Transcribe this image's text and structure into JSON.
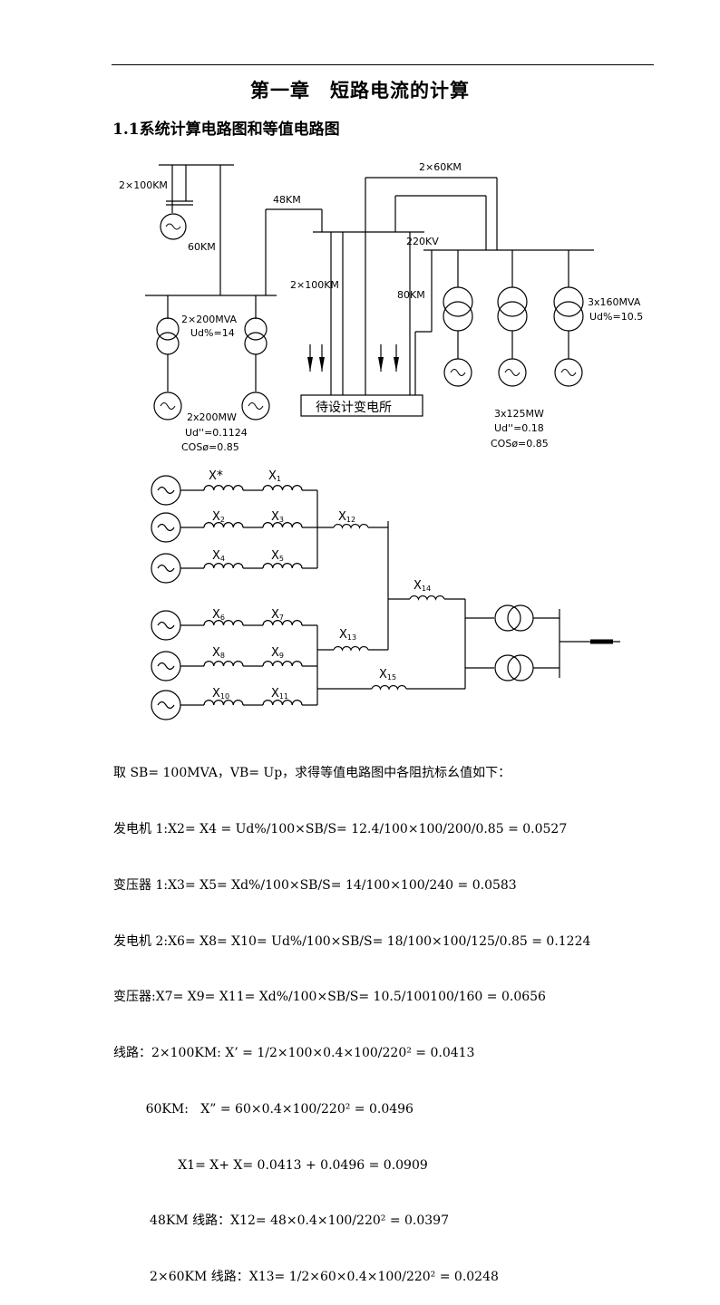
{
  "chapter_title": "第一章　短路电流的计算",
  "section_title": "1.1系统计算电路图和等值电路图",
  "system_diagram": {
    "labels": {
      "line_2x100_top": "2×100KM",
      "line_60": "60KM",
      "line_48": "48KM",
      "line_2x60": "2×60KM",
      "bus_220kv": "220KV",
      "line_2x100_mid": "2×100KM",
      "line_80": "80KM",
      "left_transformer": "2×200MVA",
      "left_transformer_ud": "Ud%=14",
      "right_transformer": "3x160MVA",
      "right_transformer_ud": "Ud%=10.5",
      "substation": "待设计变电所",
      "left_gen": "2x200MW",
      "left_gen_ud": "Ud''=0.1124",
      "left_gen_cos": "COSø=0.85",
      "right_gen": "3x125MW",
      "right_gen_ud": "Ud''=0.18",
      "right_gen_cos": "COSø=0.85"
    }
  },
  "equivalent_circuit": {
    "reactances": [
      {
        "name": "X",
        "sub": "*"
      },
      {
        "name": "X",
        "sub": "1"
      },
      {
        "name": "X",
        "sub": "2"
      },
      {
        "name": "X",
        "sub": "3"
      },
      {
        "name": "X",
        "sub": "4"
      },
      {
        "name": "X",
        "sub": "5"
      },
      {
        "name": "X",
        "sub": "6"
      },
      {
        "name": "X",
        "sub": "7"
      },
      {
        "name": "X",
        "sub": "8"
      },
      {
        "name": "X",
        "sub": "9"
      },
      {
        "name": "X",
        "sub": "10"
      },
      {
        "name": "X",
        "sub": "11"
      },
      {
        "name": "X",
        "sub": "12"
      },
      {
        "name": "X",
        "sub": "13"
      },
      {
        "name": "X",
        "sub": "14"
      },
      {
        "name": "X",
        "sub": "15"
      }
    ]
  },
  "calculations": [
    "取 SB= 100MVA，VB= Up，求得等值电路图中各阻抗标幺值如下：",
    "发电机 1:X2= X4 = Ud%/100×SB/S= 12.4/100×100/200/0.85 = 0.0527",
    "变压器 1:X3= X5= Xd%/100×SB/S= 14/100×100/240 = 0.0583",
    "发电机 2:X6= X8= X10= Ud%/100×SB/S= 18/100×100/125/0.85 = 0.1224",
    "变压器:X7= X9= X11= Xd%/100×SB/S= 10.5/100100/160 = 0.0656",
    "线路：2×100KM: X’ = 1/2×100×0.4×100/220² = 0.0413",
    "        60KM:   X” = 60×0.4×100/220² = 0.0496",
    "                X1= X+ X= 0.0413 + 0.0496 = 0.0909",
    "         48KM 线路：X12= 48×0.4×100/220² = 0.0397",
    "         2×60KM 线路：X13= 1/2×60×0.4×100/220² = 0.0248"
  ]
}
